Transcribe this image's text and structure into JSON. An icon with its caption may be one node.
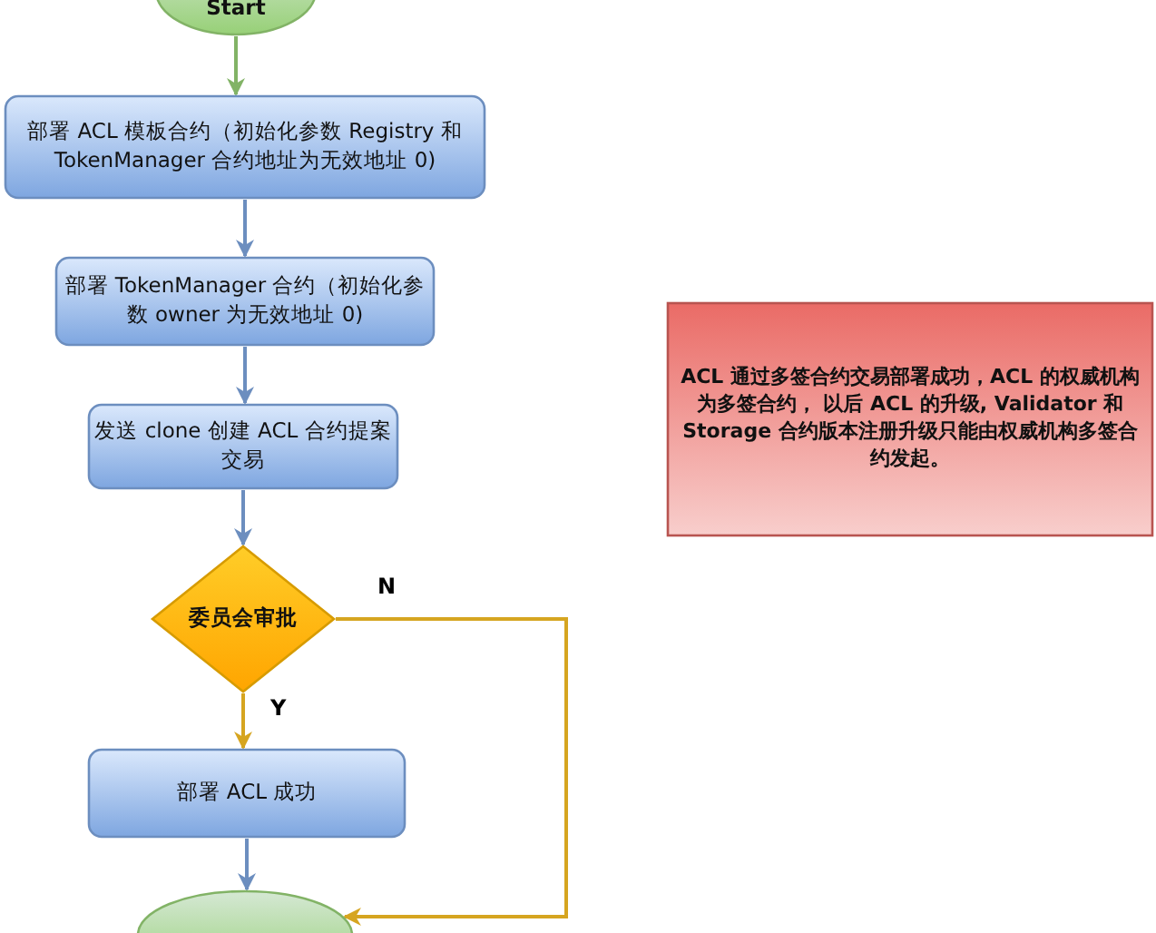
{
  "diagram": {
    "nodes": [
      {
        "text": [
          "Start"
        ]
      },
      {
        "text": [
          "部署 ACL 模板合约（初始化参数 Registry 和 TokenManager 合约地址为无效地址 0)"
        ]
      },
      {
        "text": [
          "部署 TokenManager 合约（初始化参数 owner 为无效地址 0)"
        ]
      },
      {
        "text": [
          "发送 clone 创建 ACL 合约提案交易"
        ]
      },
      {
        "text": [
          "委员会审批"
        ]
      },
      {
        "text": [
          "部署 ACL 成功"
        ]
      },
      {
        "text": [],
        "shape": "ellipse"
      },
      {
        "text": [
          "ACL 通过多签合约交易部署成功，ACL 的权威机构为多签合约， 以后 ACL 的升级, Validator 和 Storage 合约版本注册升级只能由权威机构多签合约发起。"
        ]
      }
    ],
    "edges": [
      {
        "from": 0,
        "to": 1,
        "arrow": "to",
        "color": "#82b366"
      },
      {
        "from": 1,
        "to": 2,
        "arrow": "to"
      },
      {
        "from": 2,
        "to": 3,
        "arrow": "to"
      },
      {
        "from": 3,
        "to": 4,
        "arrow": "to"
      },
      {
        "from": 4,
        "to": 5,
        "arrow": "to",
        "label": "Y",
        "color": "#d6a520"
      },
      {
        "from": 4,
        "to": 6,
        "arrow": "to",
        "label": "N",
        "color": "#d6a520"
      },
      {
        "from": 5,
        "to": 6,
        "arrow": "to"
      }
    ]
  }
}
